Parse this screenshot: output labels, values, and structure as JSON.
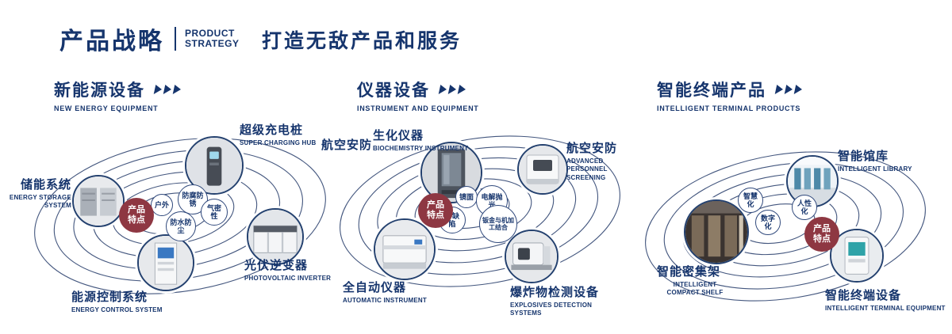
{
  "header": {
    "title": "产品战略",
    "title_en_line1": "PRODUCT",
    "title_en_line2": "STRATEGY",
    "slogan": "打造无敌产品和服务"
  },
  "icons": {
    "section_arrow": "triple-chevron-right"
  },
  "colors": {
    "navy": "#16356d",
    "badge_red": "#8e3742",
    "ring": "#2f4470"
  },
  "sections": [
    {
      "title": "新能源设备",
      "subtitle_en": "NEW ENERGY EQUIPMENT",
      "badge_label": "产品特点",
      "features": [
        "户外",
        "防腐防锈",
        "气密性",
        "防水防尘"
      ],
      "products": [
        {
          "cn": "超级充电桩",
          "en": "SUPER CHARGING HUB",
          "icon": "charging-hub-photo"
        },
        {
          "cn": "储能系统",
          "en": "ENERGY STORAGE SYSTEM",
          "icon": "energy-storage-photo"
        },
        {
          "cn": "光伏逆变器",
          "en": "PHOTOVOLTAIC INVERTER",
          "icon": "pv-inverter-photo"
        },
        {
          "cn": "能源控制系统",
          "en": "ENERGY CONTROL SYSTEM",
          "icon": "energy-control-photo"
        }
      ]
    },
    {
      "title": "仪器设备",
      "subtitle_en": "INSTRUMENT AND EQUIPMENT",
      "badge_label": "产品特点",
      "features": [
        "镜面",
        "电解抛光",
        "零缺陷",
        "钣金与机加工结合"
      ],
      "products": [
        {
          "cn": "航空安防",
          "en": "",
          "icon": ""
        },
        {
          "cn": "生化仪器",
          "en": "BIOCHEMISTRY INSTRUMENT",
          "icon": "biochemistry-photo"
        },
        {
          "cn": "航空安防",
          "en": "ADVANCED PERSONNEL SCREENING",
          "icon": "personnel-screening-photo"
        },
        {
          "cn": "全自动仪器",
          "en": "AUTOMATIC INSTRUMENT",
          "icon": "automatic-instrument-photo"
        },
        {
          "cn": "爆炸物检测设备",
          "en": "EXPLOSIVES DETECTION SYSTEMS",
          "icon": "explosives-detection-photo"
        }
      ]
    },
    {
      "title": "智能终端产品",
      "subtitle_en": "INTELLIGENT TERMINAL PRODUCTS",
      "badge_label": "产品特点",
      "features": [
        "智慧化",
        "人性化",
        "数字化"
      ],
      "products": [
        {
          "cn": "智能馆库",
          "en": "INTELLIGENT LIBRARY",
          "icon": "library-photo"
        },
        {
          "cn": "智能密集架",
          "en": "INTELLIGENT COMPACT SHELF",
          "icon": "compact-shelf-photo"
        },
        {
          "cn": "智能终端设备",
          "en": "INTELLIGENT TERMINAL EQUIPMENT",
          "icon": "terminal-photo"
        }
      ]
    }
  ]
}
